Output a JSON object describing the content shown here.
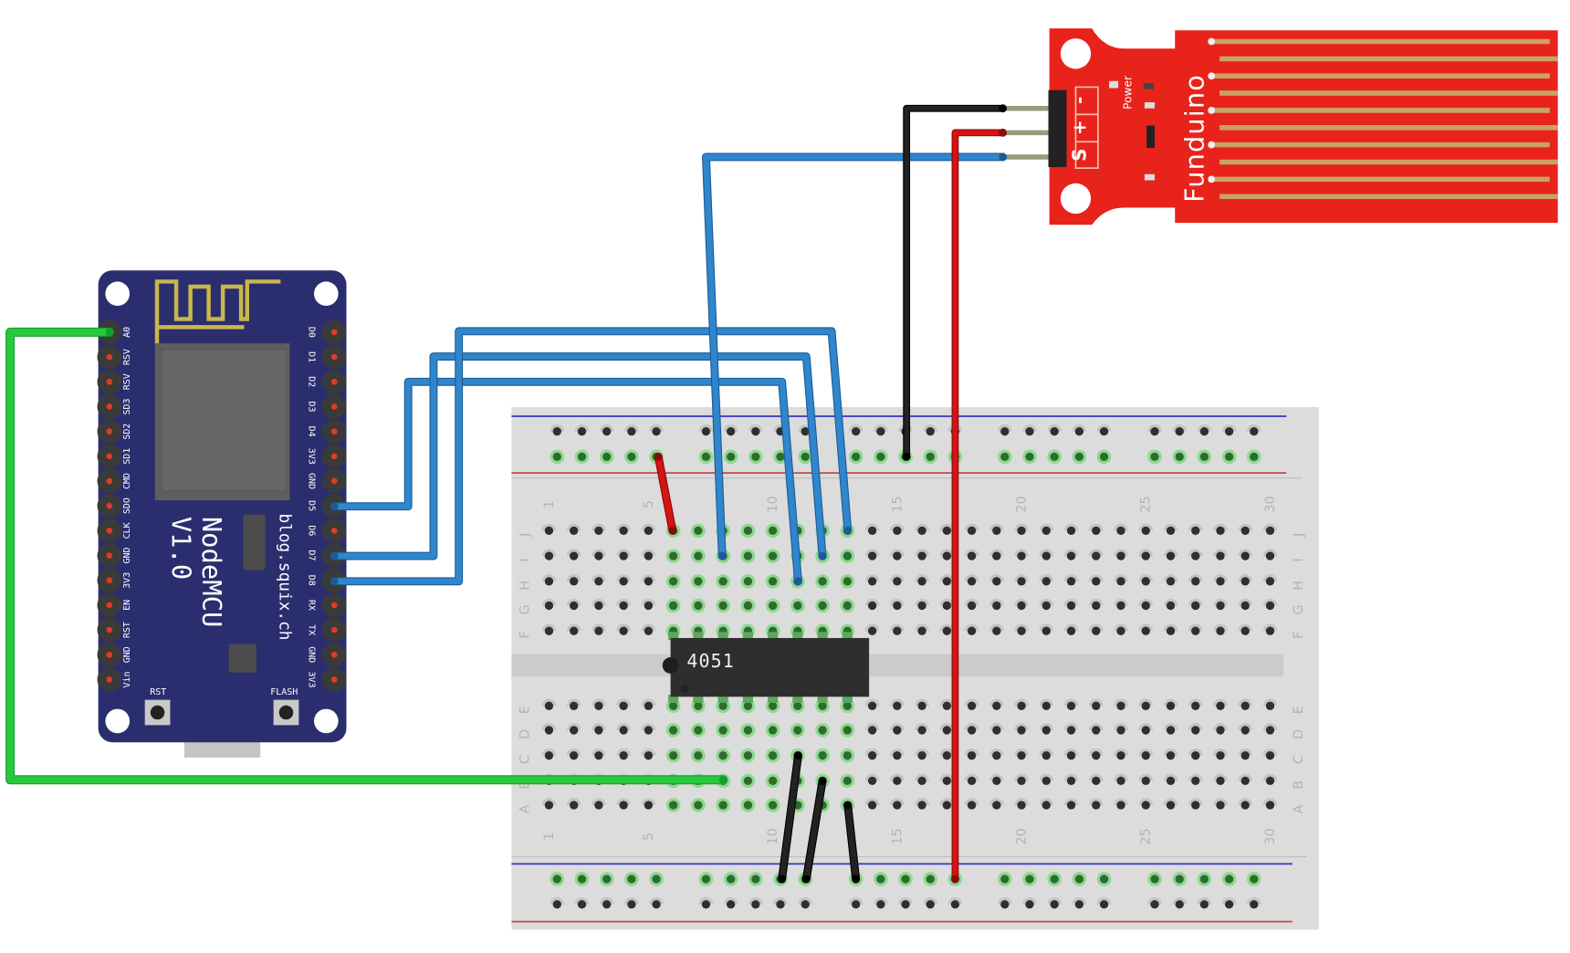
{
  "colors": {
    "nodemcu_board": "#2b2e6e",
    "antenna": "#c8b84a",
    "sensor_board": "#e8231b",
    "sensor_trace": "#c9a267",
    "breadboard": "#dcdcdc",
    "rail_blue": "#3535c8",
    "rail_red": "#c84646",
    "hole": "#2f2f2f",
    "hole_active": "#2f6b2f",
    "hole_active_ring": "#8fd88f",
    "wire_blue": "#2f86cc",
    "wire_blue_edge": "#1f5a96",
    "wire_green": "#27c93f",
    "wire_green_edge": "#139f28",
    "wire_red": "#d41414",
    "wire_red_edge": "#8a0a0a",
    "wire_black": "#222222",
    "chip": "#2e2e2e"
  },
  "nodemcu": {
    "title": "NodeMCU",
    "version": "V1.0",
    "credit": "blog.squix.ch",
    "left_pins": [
      "A0",
      "RSV",
      "RSV",
      "SD3",
      "SD2",
      "SD1",
      "CMD",
      "SDO",
      "CLK",
      "GND",
      "3V3",
      "EN",
      "RST",
      "GND",
      "Vin"
    ],
    "right_pins": [
      "D0",
      "D1",
      "D2",
      "D3",
      "D4",
      "3V3",
      "GND",
      "D5",
      "D6",
      "D7",
      "D8",
      "RX",
      "TX",
      "GND",
      "3V3"
    ],
    "rst_label": "RST",
    "flash_label": "FLASH"
  },
  "sensor": {
    "brand": "Funduino",
    "power_label": "Power",
    "pin_labels": [
      "-",
      "+",
      "S"
    ],
    "trace_count": 10
  },
  "chip": {
    "label": "4051"
  },
  "breadboard": {
    "columns": 30,
    "top_rows": [
      "J",
      "I",
      "H",
      "G",
      "F"
    ],
    "bottom_rows": [
      "E",
      "D",
      "C",
      "B",
      "A"
    ],
    "column_labels": [
      "1",
      "5",
      "10",
      "15",
      "20",
      "25",
      "30"
    ],
    "column_label_indices": [
      1,
      5,
      10,
      15,
      20,
      25,
      30
    ]
  },
  "wires": [
    {
      "id": "A0-to-B8",
      "color": "green",
      "description": "NodeMCU A0 to breadboard"
    },
    {
      "id": "D5-to-H11",
      "color": "blue"
    },
    {
      "id": "D7-to-I12",
      "color": "blue"
    },
    {
      "id": "D8-to-J13",
      "color": "blue"
    },
    {
      "id": "sensor-S-to-I8",
      "color": "blue"
    },
    {
      "id": "sensor-minus-to-rail",
      "color": "black"
    },
    {
      "id": "sensor-plus-to-rail",
      "color": "red"
    },
    {
      "id": "rail-to-J6",
      "color": "red"
    },
    {
      "id": "C11-to-rail",
      "color": "black"
    },
    {
      "id": "B12-to-rail",
      "color": "black"
    },
    {
      "id": "A13-to-rail",
      "color": "black"
    }
  ]
}
